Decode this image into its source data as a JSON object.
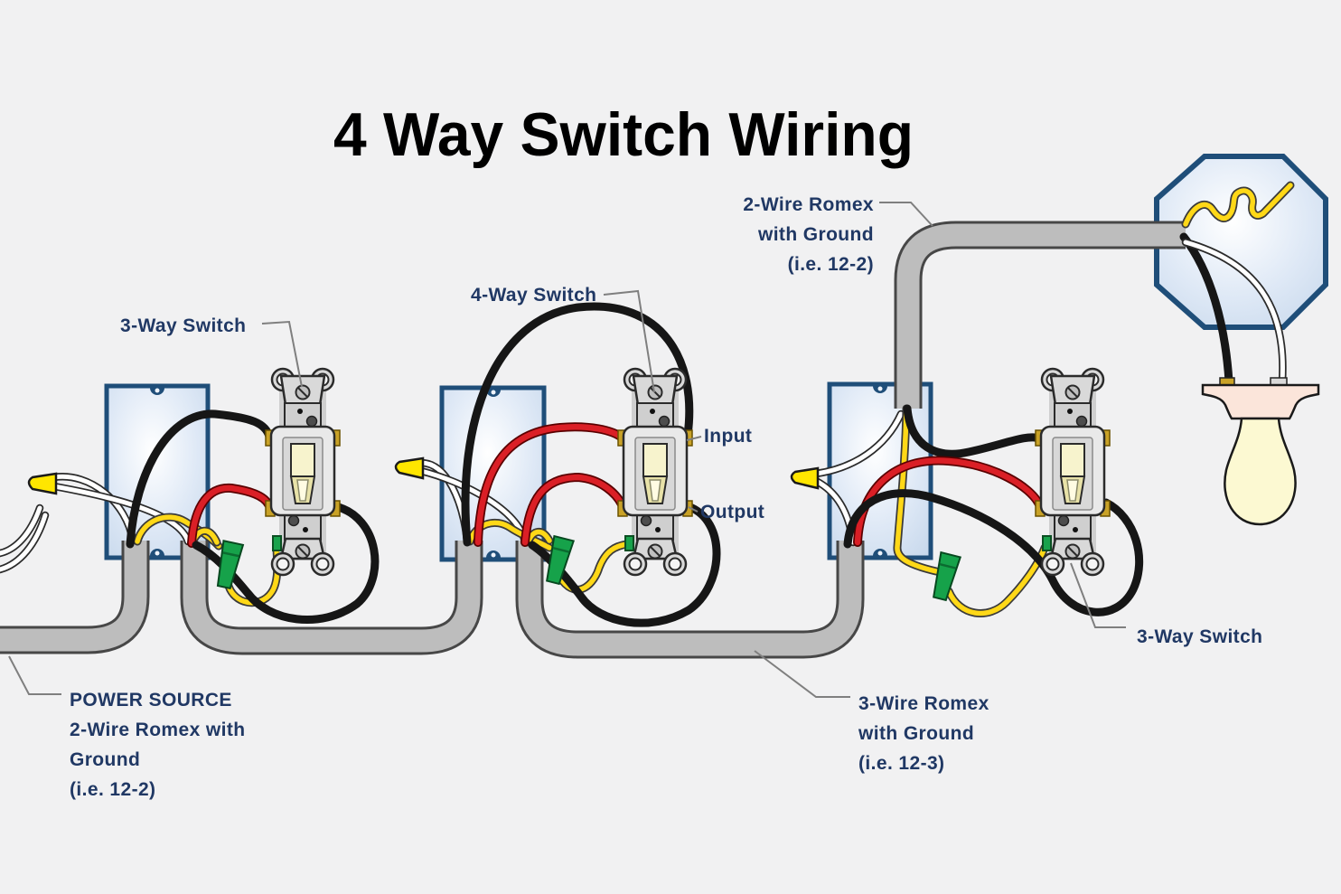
{
  "title": "4 Way Switch Wiring",
  "labels": {
    "switch1": "3-Way Switch",
    "switch2": "4-Way Switch",
    "switch3": "3-Way Switch",
    "input": "Input",
    "output": "Output"
  },
  "annotations": {
    "romex_to_light": [
      "2-Wire Romex",
      "with Ground",
      "(i.e. 12-2)"
    ],
    "power_source": [
      "POWER SOURCE",
      "2-Wire Romex with",
      "Ground",
      "(i.e. 12-2)"
    ],
    "romex_between_switches": [
      "3-Wire Romex",
      "with Ground",
      "(i.e. 12-3)"
    ]
  },
  "colors": {
    "background": "#f1f1f2",
    "label_text": "#203864",
    "title_text": "#000000",
    "box_border": "#1f4e79",
    "box_fill": "#dfe9f6",
    "conduit": "#bdbdbd",
    "wire_black": "#161616",
    "wire_red": "#da1f26",
    "wire_white": "#ffffff",
    "wire_ground_yellow": "#ffd817",
    "wire_nut_yellow": "#ffe600",
    "ground_connector_green": "#16a24a",
    "bulb_fill": "#fcf9d2",
    "lamp_holder_fill": "#fbe5da"
  }
}
